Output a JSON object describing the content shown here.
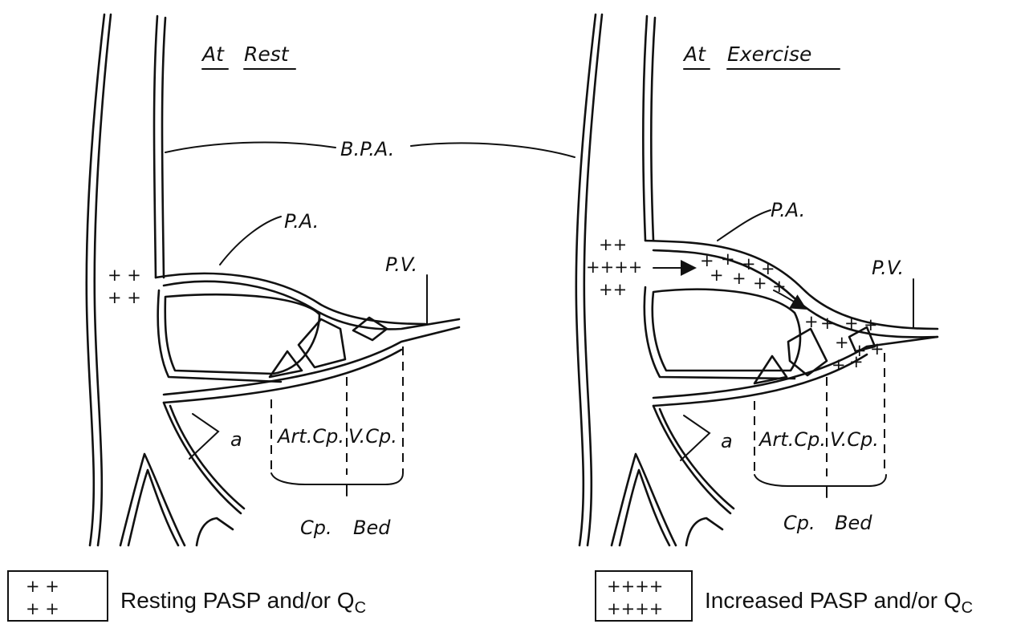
{
  "panels": {
    "rest": {
      "title_at": "At",
      "title_state": "Rest"
    },
    "exercise": {
      "title_at": "At",
      "title_state": "Exercise"
    }
  },
  "labels": {
    "bpa": "B.P.A.",
    "pa": "P.A.",
    "pv": "P.V.",
    "a": "a",
    "art_cp": "Art.Cp.",
    "v_cp": "V.Cp.",
    "cp": "Cp.",
    "bed": "Bed"
  },
  "pressure_marks": {
    "rest_row1": "+ +",
    "rest_row2": "+ +",
    "ex_row1": "++",
    "ex_row2": "++++",
    "ex_row3": "++"
  },
  "legend": {
    "resting": {
      "box_row1": "+    +",
      "box_row2": "+    +",
      "text": "Resting PASP and/or Q",
      "sub": "C"
    },
    "increased": {
      "box_row1": "++++",
      "box_row2": "++++",
      "text": "Increased PASP and/or Q",
      "sub": "C"
    }
  }
}
